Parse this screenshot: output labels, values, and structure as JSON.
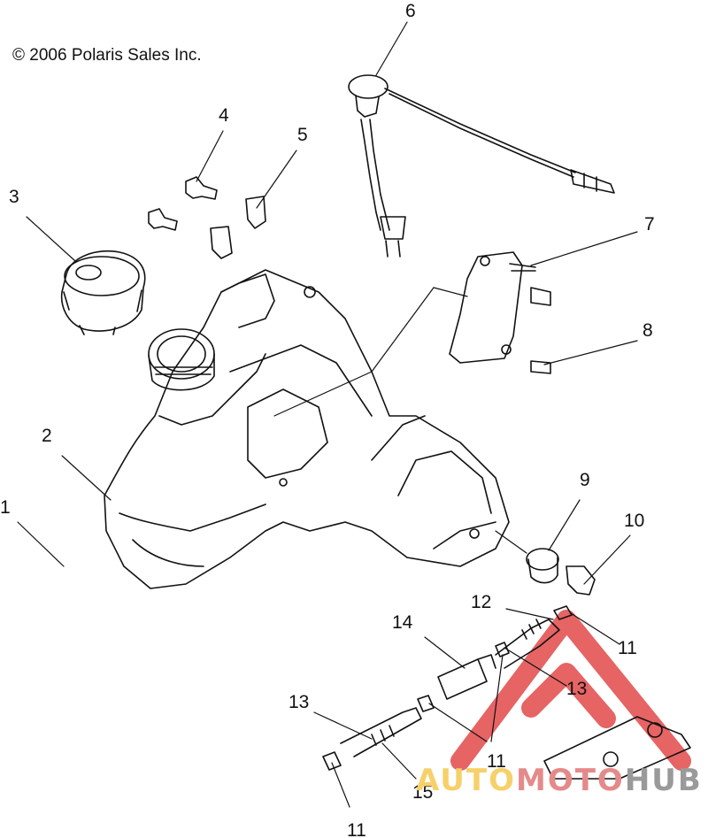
{
  "copyright": "© 2006 Polaris Sales Inc.",
  "callouts": {
    "c1": "1",
    "c2": "2",
    "c3": "3",
    "c4": "4",
    "c5": "5",
    "c6": "6",
    "c7": "7",
    "c8": "8",
    "c9": "9",
    "c10": "10",
    "c11a": "11",
    "c11b": "11",
    "c11c": "11",
    "c12": "12",
    "c13a": "13",
    "c13b": "13",
    "c14": "14",
    "c15": "15"
  },
  "watermark": {
    "part1": "AUTO",
    "part2": "MOTO",
    "part3": "HUB",
    "colors": {
      "auto": "#f6d16a",
      "moto": "#e58a8a",
      "hub": "#9a9a9a",
      "triangle": "#e24a4a"
    }
  }
}
